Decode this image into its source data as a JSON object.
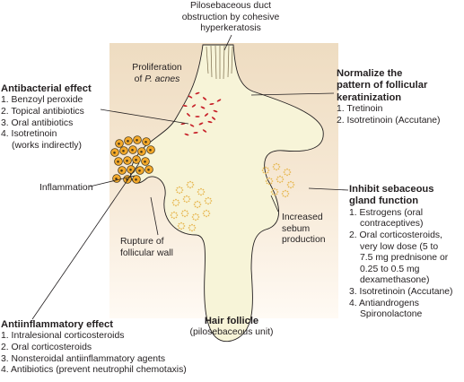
{
  "top_label": [
    "Pilosebaceous duct",
    "obstruction by cohesive",
    "hyperkeratosis"
  ],
  "proliferation": {
    "line1": "Proliferation",
    "prefix": "of ",
    "organism": "P. acnes"
  },
  "antibacterial": {
    "heading": "Antibacterial effect",
    "items": [
      "1. Benzoyl peroxide",
      "2. Topical antibiotics",
      "3. Oral antibiotics",
      "4. Isotretinoin",
      "(works indirectly)"
    ]
  },
  "normalize": {
    "heading": [
      "Normalize the",
      "pattern of follicular",
      "keratinization"
    ],
    "items": [
      "1. Tretinoin",
      "2. Isotretinoin (Accutane)"
    ]
  },
  "inflammation": "Inflammation",
  "inhibit": {
    "heading": [
      "Inhibit sebaceous",
      "gland function"
    ],
    "items": [
      "1. Estrogens (oral",
      "contraceptives)",
      "2. Oral corticosteroids,",
      "very low dose (5 to",
      "7.5 mg prednisone or",
      "0.25 to 0.5 mg",
      "dexamethasone)",
      "3. Isotretinoin (Accutane)",
      "4. Antiandrogens",
      "Spironolactone"
    ]
  },
  "sebum": [
    "Increased",
    "sebum",
    "production"
  ],
  "rupture": [
    "Rupture of",
    "follicular wall"
  ],
  "hair_follicle": {
    "title": "Hair follicle",
    "subtitle": "(pilosebaceous unit)"
  },
  "antiinflammatory": {
    "heading": "Antiinflammatory effect",
    "items": [
      "1. Intralesional corticosteroids",
      "2. Oral corticosteroids",
      "3. Nonsteroidal antiinflammatory agents",
      "4. Antibiotics (prevent neutrophil chemotaxis)"
    ]
  },
  "colors": {
    "skin": "#f3dfc0",
    "follicle": "#f8f5d9",
    "bacteria": "#c8222a",
    "neutrophil": "#f4a92a",
    "gland_dots": "#e7b74f",
    "line": "#231f20"
  }
}
